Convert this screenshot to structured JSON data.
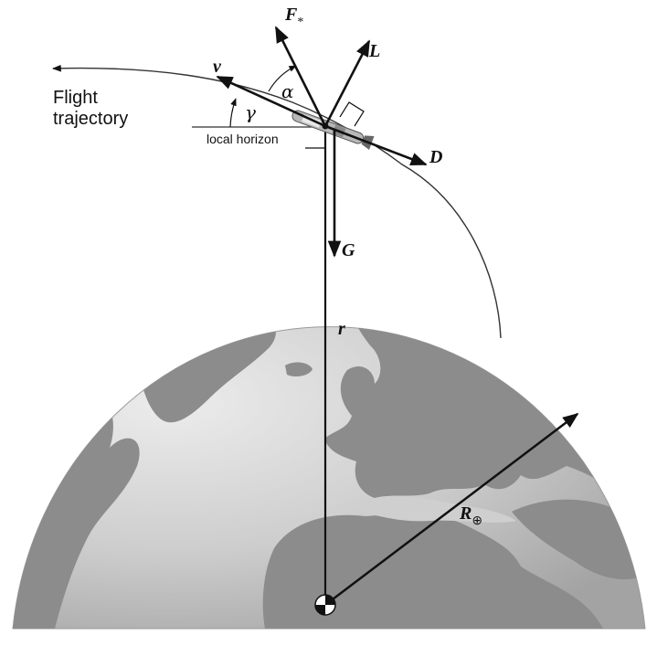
{
  "labels": {
    "flight_trajectory_line1": "Flight",
    "flight_trajectory_line2": "trajectory",
    "local_horizon": "local horizon",
    "force_star": "F",
    "force_star_sub": "*",
    "lift": "L",
    "velocity": "v",
    "drag": "D",
    "gravity": "G",
    "radius": "r",
    "earth_radius": "R",
    "earth_radius_sub": "⊕",
    "alpha": "α",
    "gamma": "γ"
  },
  "colors": {
    "ocean_light": "#dcdcdc",
    "ocean_shade": "#9a9a9a",
    "land": "#8c8c8c",
    "ink": "#111111",
    "background": "#ffffff"
  }
}
